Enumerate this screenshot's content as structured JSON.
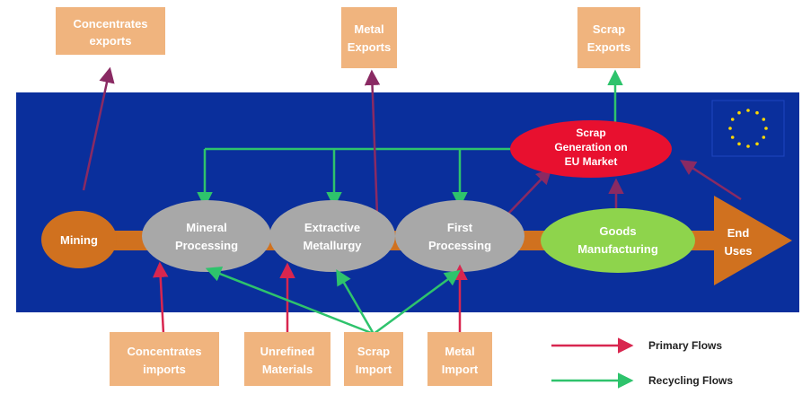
{
  "colors": {
    "band": "#0a2f9c",
    "box": "#f0b47e",
    "arrow_main": "#d0711f",
    "mining": "#d0711f",
    "process": "#a8a8a8",
    "goods": "#8ed44c",
    "scrap_gen": "#e8102f",
    "primary_flow": "#d8264f",
    "recycling_flow": "#2ec36c",
    "export_flow": "#8a2a63",
    "eu_flag": "#0a2f9c",
    "eu_stars": "#ffd800"
  },
  "top_boxes": {
    "concentrates_exports": [
      "Concentrates",
      "exports"
    ],
    "metal_exports": [
      "Metal",
      "Exports"
    ],
    "scrap_exports": [
      "Scrap",
      "Exports"
    ]
  },
  "bottom_boxes": {
    "concentrates_imports": [
      "Concentrates",
      "imports"
    ],
    "unrefined_materials": [
      "Unrefined",
      "Materials"
    ],
    "scrap_import": [
      "Scrap",
      "Import"
    ],
    "metal_import": [
      "Metal",
      "Import"
    ]
  },
  "nodes": {
    "mining": [
      "Mining"
    ],
    "mineral_processing": [
      "Mineral",
      "Processing"
    ],
    "extractive_metallurgy": [
      "Extractive",
      "Metallurgy"
    ],
    "first_processing": [
      "First",
      "Processing"
    ],
    "goods_manufacturing": [
      "Goods",
      "Manufacturing"
    ],
    "scrap_generation": [
      "Scrap",
      "Generation on",
      "EU Market"
    ],
    "end_uses": [
      "End",
      "Uses"
    ]
  },
  "legend": {
    "primary": "Primary Flows",
    "recycling": "Recycling Flows"
  },
  "icons": {
    "flag": "eu-flag-icon"
  }
}
